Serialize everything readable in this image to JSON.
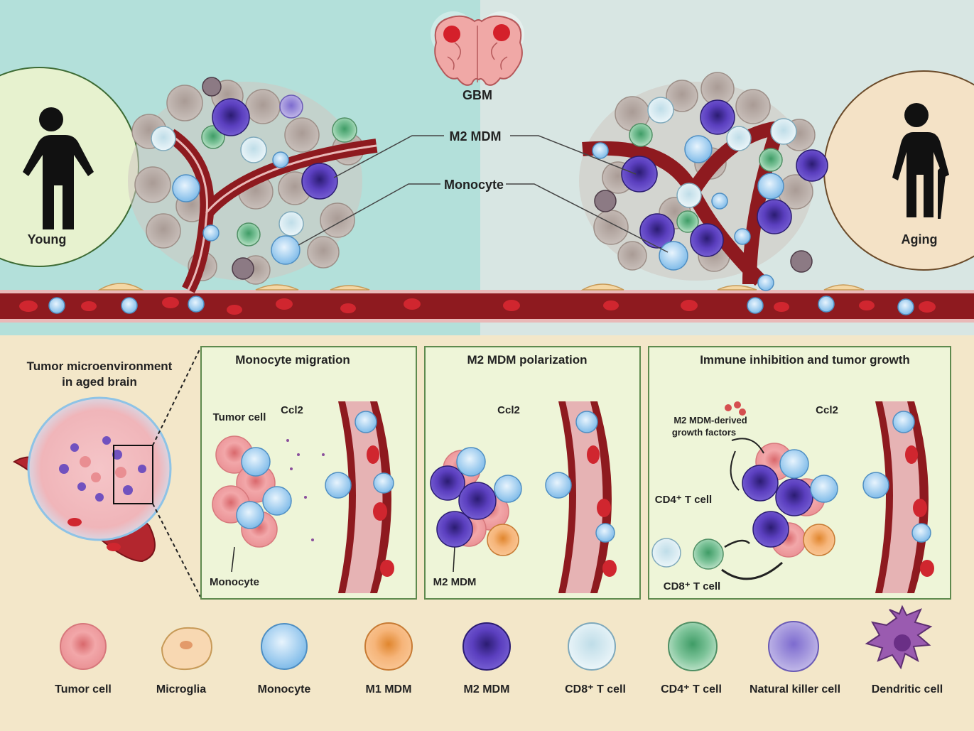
{
  "top": {
    "brain_label": "GBM",
    "young_label": "Young",
    "aging_label": "Aging",
    "m2mdm_label": "M2 MDM",
    "monocyte_label": "Monocyte"
  },
  "inset": {
    "title_line1": "Tumor microenvironment",
    "title_line2": "in aged brain"
  },
  "panels": [
    {
      "title": "Monocyte migration",
      "ccl2": "Ccl2",
      "tumor_cell": "Tumor cell",
      "monocyte": "Monocyte"
    },
    {
      "title": "M2 MDM polarization",
      "ccl2": "Ccl2",
      "m2mdm": "M2 MDM"
    },
    {
      "title": "Immune inhibition and tumor growth",
      "ccl2": "Ccl2",
      "growth_line1": "M2 MDM-derived",
      "growth_line2": "growth factors",
      "cd4": "CD4⁺ T cell",
      "cd8": "CD8⁺ T cell"
    }
  ],
  "legend": [
    {
      "label": "Tumor cell",
      "icon": "tumor-cell-icon"
    },
    {
      "label": "Microglia",
      "icon": "microglia-icon"
    },
    {
      "label": "Monocyte",
      "icon": "monocyte-icon"
    },
    {
      "label": "M1 MDM",
      "icon": "m1-mdm-icon"
    },
    {
      "label": "M2 MDM",
      "icon": "m2-mdm-icon"
    },
    {
      "label": "CD8⁺ T cell",
      "icon": "cd8-t-cell-icon"
    },
    {
      "label": "CD4⁺ T cell",
      "icon": "cd4-t-cell-icon"
    },
    {
      "label": "Natural killer cell",
      "icon": "nk-cell-icon"
    },
    {
      "label": "Dendritic cell",
      "icon": "dendritic-cell-icon"
    }
  ],
  "colors": {
    "young_bg": "#b3e0da",
    "aging_bg": "#d8e6e3",
    "bottom_bg": "#f3e7c9",
    "panel_bg": "#eef5d8",
    "panel_border": "#5e8a4e",
    "vessel": "#8e1a1f",
    "rbc": "#c8232c",
    "m2": "#5b3fbf",
    "monocyte": "#8fc8f0",
    "tumor": "#f2a7a9",
    "m1": "#f6b57a"
  }
}
